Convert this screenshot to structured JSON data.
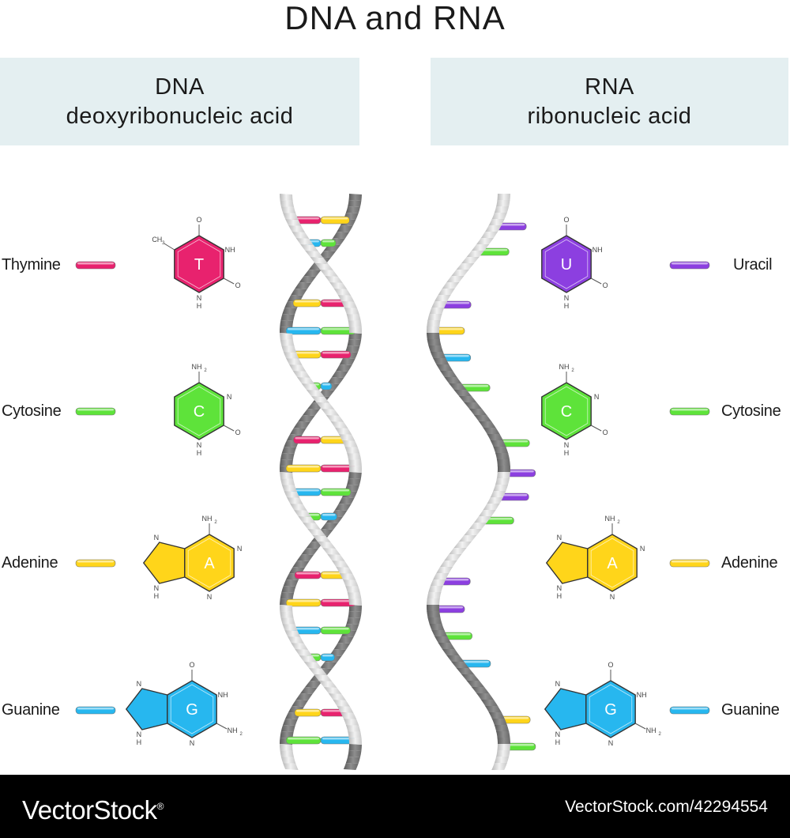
{
  "title": "DNA and RNA",
  "dna_panel": {
    "heading": "DNA",
    "subheading": "deoxyribonucleic acid"
  },
  "rna_panel": {
    "heading": "RNA",
    "subheading": "ribonucleic acid"
  },
  "colors": {
    "thymine": "#e8226e",
    "cytosine": "#5ee33a",
    "adenine": "#ffd51a",
    "guanine": "#27b7ef",
    "uracil": "#8c3fe0",
    "panel": "#e4eff1"
  },
  "dna_bases": [
    {
      "name": "Thymine",
      "letter": "T",
      "atoms": [
        "O",
        "NH",
        "O",
        "N",
        "H",
        "CH",
        "3"
      ]
    },
    {
      "name": "Cytosine",
      "letter": "C",
      "atoms": [
        "NH",
        "2",
        "N",
        "O",
        "N",
        "H"
      ]
    },
    {
      "name": "Adenine",
      "letter": "A",
      "atoms": [
        "NH",
        "2",
        "N",
        "N",
        "N",
        "N",
        "H"
      ]
    },
    {
      "name": "Guanine",
      "letter": "G",
      "atoms": [
        "O",
        "NH",
        "NH",
        "2",
        "N",
        "N",
        "N",
        "H"
      ]
    }
  ],
  "rna_bases": [
    {
      "name": "Uracil",
      "letter": "U",
      "atoms": [
        "O",
        "NH",
        "O",
        "N",
        "H"
      ]
    },
    {
      "name": "Cytosine",
      "letter": "C",
      "atoms": [
        "NH",
        "2",
        "N",
        "O",
        "N",
        "H"
      ]
    },
    {
      "name": "Adenine",
      "letter": "A",
      "atoms": [
        "NH",
        "2",
        "N",
        "N",
        "N",
        "N",
        "H"
      ]
    },
    {
      "name": "Guanine",
      "letter": "G",
      "atoms": [
        "O",
        "NH",
        "NH",
        "2",
        "N",
        "N",
        "N",
        "H"
      ]
    }
  ],
  "dna_pairs": [
    "T-A",
    "G-C",
    "A-T",
    "G-C",
    "A-T",
    "C-G",
    "T-A",
    "A-T",
    "G-C",
    "C-G",
    "T-A",
    "A-T",
    "G-C",
    "C-G",
    "A-T",
    "C-G"
  ],
  "rna_sequence": [
    "U",
    "C",
    "U",
    "A",
    "G",
    "C",
    "C",
    "U",
    "U",
    "C",
    "U",
    "U",
    "C",
    "G",
    "A",
    "C"
  ],
  "footer": {
    "brand": "VectorStock",
    "registered": "®",
    "stock_id": "VectorStock.com/42294554"
  }
}
